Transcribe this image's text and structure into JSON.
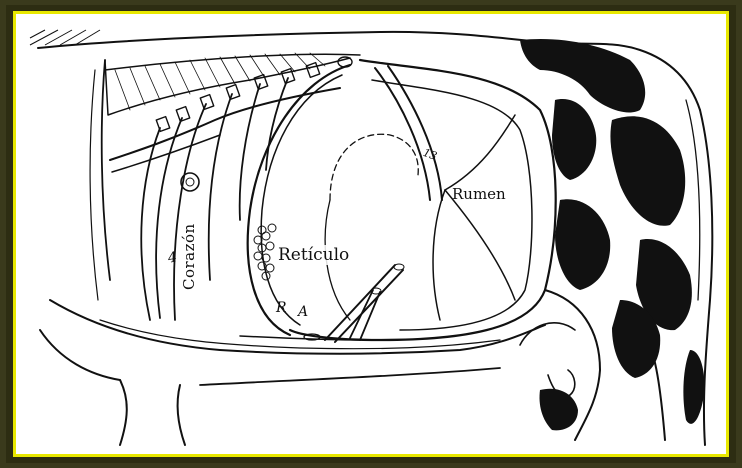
{
  "labels": {
    "heart": "Corazón",
    "reticulum": "Retículo",
    "rumen": "Rumen",
    "num_4": "4",
    "num_13": "13",
    "letter_r": "R",
    "letter_a": "A"
  },
  "colors": {
    "outer_background": "#3a3a1c",
    "frame_border": "#e8e800",
    "ink": "#111111",
    "paper": "#ffffff"
  }
}
